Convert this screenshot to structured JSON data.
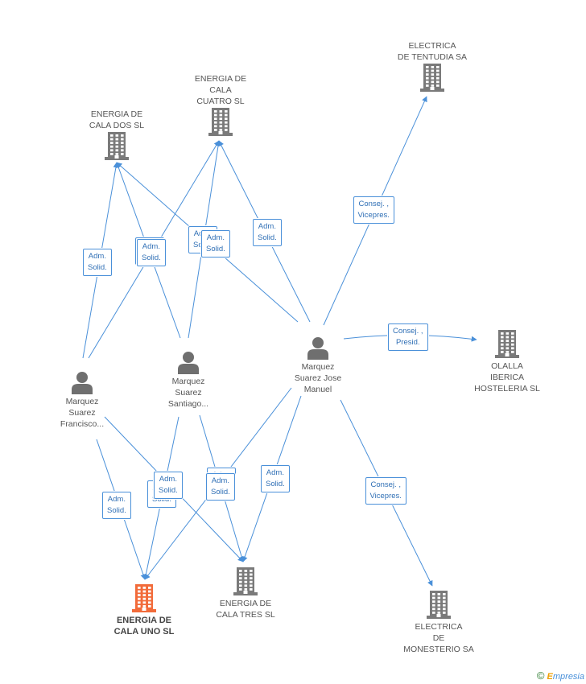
{
  "colors": {
    "edge": "#4a90d9",
    "company_icon": "#7a7a7a",
    "main_company_icon": "#f26b3a",
    "person_icon": "#6f6f6f"
  },
  "companies": [
    {
      "id": "dos",
      "label": "ENERGIA DE\nCALA DOS SL",
      "icon": "building-icon"
    },
    {
      "id": "cuatro",
      "label": "ENERGIA DE\nCALA\nCUATRO SL",
      "icon": "building-icon"
    },
    {
      "id": "tentudia",
      "label": "ELECTRICA\nDE TENTUDIA SA",
      "icon": "building-icon"
    },
    {
      "id": "olalla",
      "label": "OLALLA\nIBERICA\nHOSTELERIA SL",
      "icon": "building-icon"
    },
    {
      "id": "uno",
      "label": "ENERGIA DE\nCALA UNO SL",
      "icon": "building-icon",
      "highlight": true
    },
    {
      "id": "tres",
      "label": "ENERGIA DE\nCALA TRES SL",
      "icon": "building-icon"
    },
    {
      "id": "monesterio",
      "label": "ELECTRICA\nDE\nMONESTERIO SA",
      "icon": "building-icon"
    }
  ],
  "persons": [
    {
      "id": "francisco",
      "label": "Marquez\nSuarez\nFrancisco...",
      "icon": "person-icon"
    },
    {
      "id": "santiago",
      "label": "Marquez\nSuarez\nSantiago...",
      "icon": "person-icon"
    },
    {
      "id": "jose",
      "label": "Marquez\nSuarez Jose\nManuel",
      "icon": "person-icon"
    }
  ],
  "relations": [
    {
      "from": "francisco",
      "to": "dos",
      "label": "Adm.\nSolid."
    },
    {
      "from": "francisco",
      "to": "cuatro",
      "label": "Adm.\nSolid."
    },
    {
      "from": "francisco",
      "to": "uno",
      "label": "Adm.\nSolid."
    },
    {
      "from": "francisco",
      "to": "tres",
      "label": "Adm.\nSolid."
    },
    {
      "from": "santiago",
      "to": "dos",
      "label": "Adm.\nSolid."
    },
    {
      "from": "santiago",
      "to": "cuatro",
      "label": "Adm.\nSolid."
    },
    {
      "from": "santiago",
      "to": "uno",
      "label": "Adm.\nSolid."
    },
    {
      "from": "santiago",
      "to": "tres",
      "label": "Adm.\nSolid."
    },
    {
      "from": "jose",
      "to": "dos",
      "label": "Adm.\nSolid."
    },
    {
      "from": "jose",
      "to": "cuatro",
      "label": "Adm.\nSolid."
    },
    {
      "from": "jose",
      "to": "tentudia",
      "label": "Consej. ,\nVicepres."
    },
    {
      "from": "jose",
      "to": "olalla",
      "label": "Consej. ,\nPresid."
    },
    {
      "from": "jose",
      "to": "uno",
      "label": "Adm.\nSolid."
    },
    {
      "from": "jose",
      "to": "tres",
      "label": "Adm.\nSolid."
    },
    {
      "from": "jose",
      "to": "monesterio",
      "label": "Consej. ,\nVicepres."
    }
  ],
  "footer": {
    "copyright": "©",
    "brand_first": "E",
    "brand_rest": "mpresia"
  }
}
